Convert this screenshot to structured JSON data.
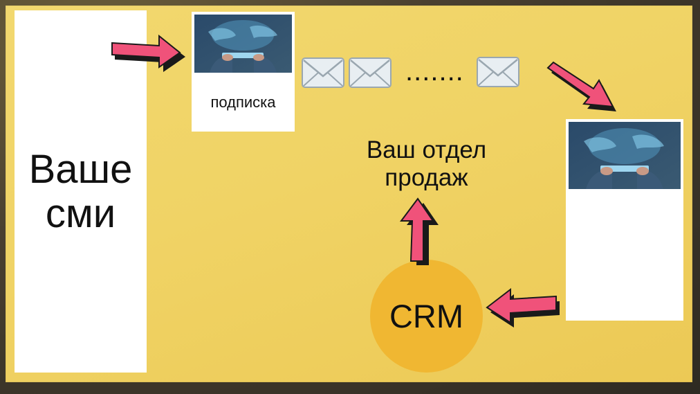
{
  "media": {
    "label_line1": "Ваше",
    "label_line2": "сми"
  },
  "subscription_card": {
    "label": "подписка"
  },
  "email_sequence": {
    "ellipsis": "......."
  },
  "sales_department": {
    "line1": "Ваш отдел",
    "line2": "продаж"
  },
  "crm": {
    "label": "CRM"
  },
  "colors": {
    "background": "#f0d365",
    "arrow": "#f0527a",
    "crm_circle": "#f0b732"
  },
  "icons": [
    "envelope-icon",
    "arrow-icon",
    "tablet-hands-thumbnail"
  ]
}
